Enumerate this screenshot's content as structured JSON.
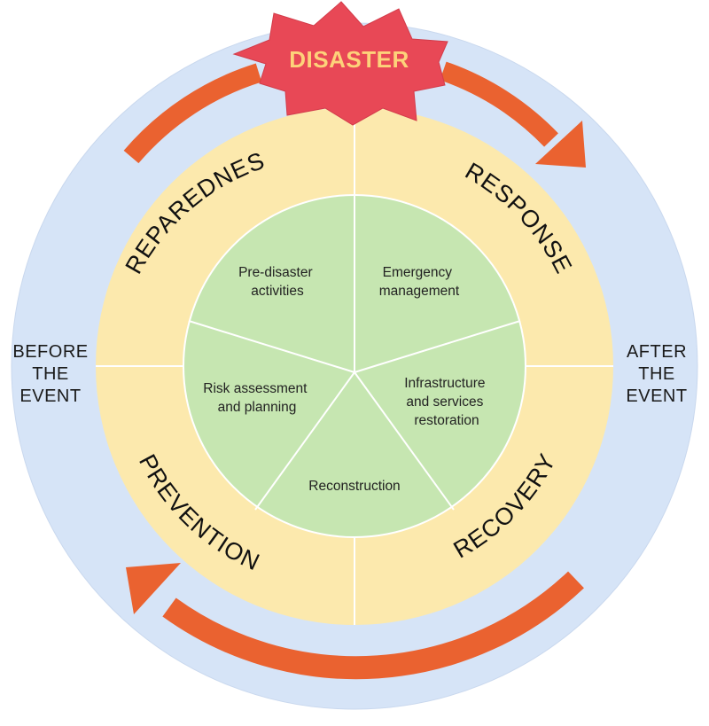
{
  "title": "DISASTER",
  "side_labels": {
    "before": [
      "BEFORE",
      "THE",
      "EVENT"
    ],
    "after": [
      "AFTER",
      "THE",
      "EVENT"
    ]
  },
  "phases": {
    "preparedness": "PREPAREDNESS",
    "response": "RESPONSE",
    "recovery": "RECOVERY",
    "prevention": "PREVENTION"
  },
  "activities": {
    "pre_disaster": [
      "Pre-disaster",
      "activities"
    ],
    "emergency": [
      "Emergency",
      "management"
    ],
    "infrastructure": [
      "Infrastructure",
      "and services",
      "restoration"
    ],
    "reconstruction": [
      "Reconstruction"
    ],
    "risk": [
      "Risk assessment",
      "and planning"
    ]
  },
  "colors": {
    "outer_ring": "#d6e4f7",
    "phase_ring": "#fce9ad",
    "inner_circle": "#c6e6b1",
    "arrow": "#ea6230",
    "burst": "#e84856",
    "disaster_text": "#fdd27a"
  }
}
